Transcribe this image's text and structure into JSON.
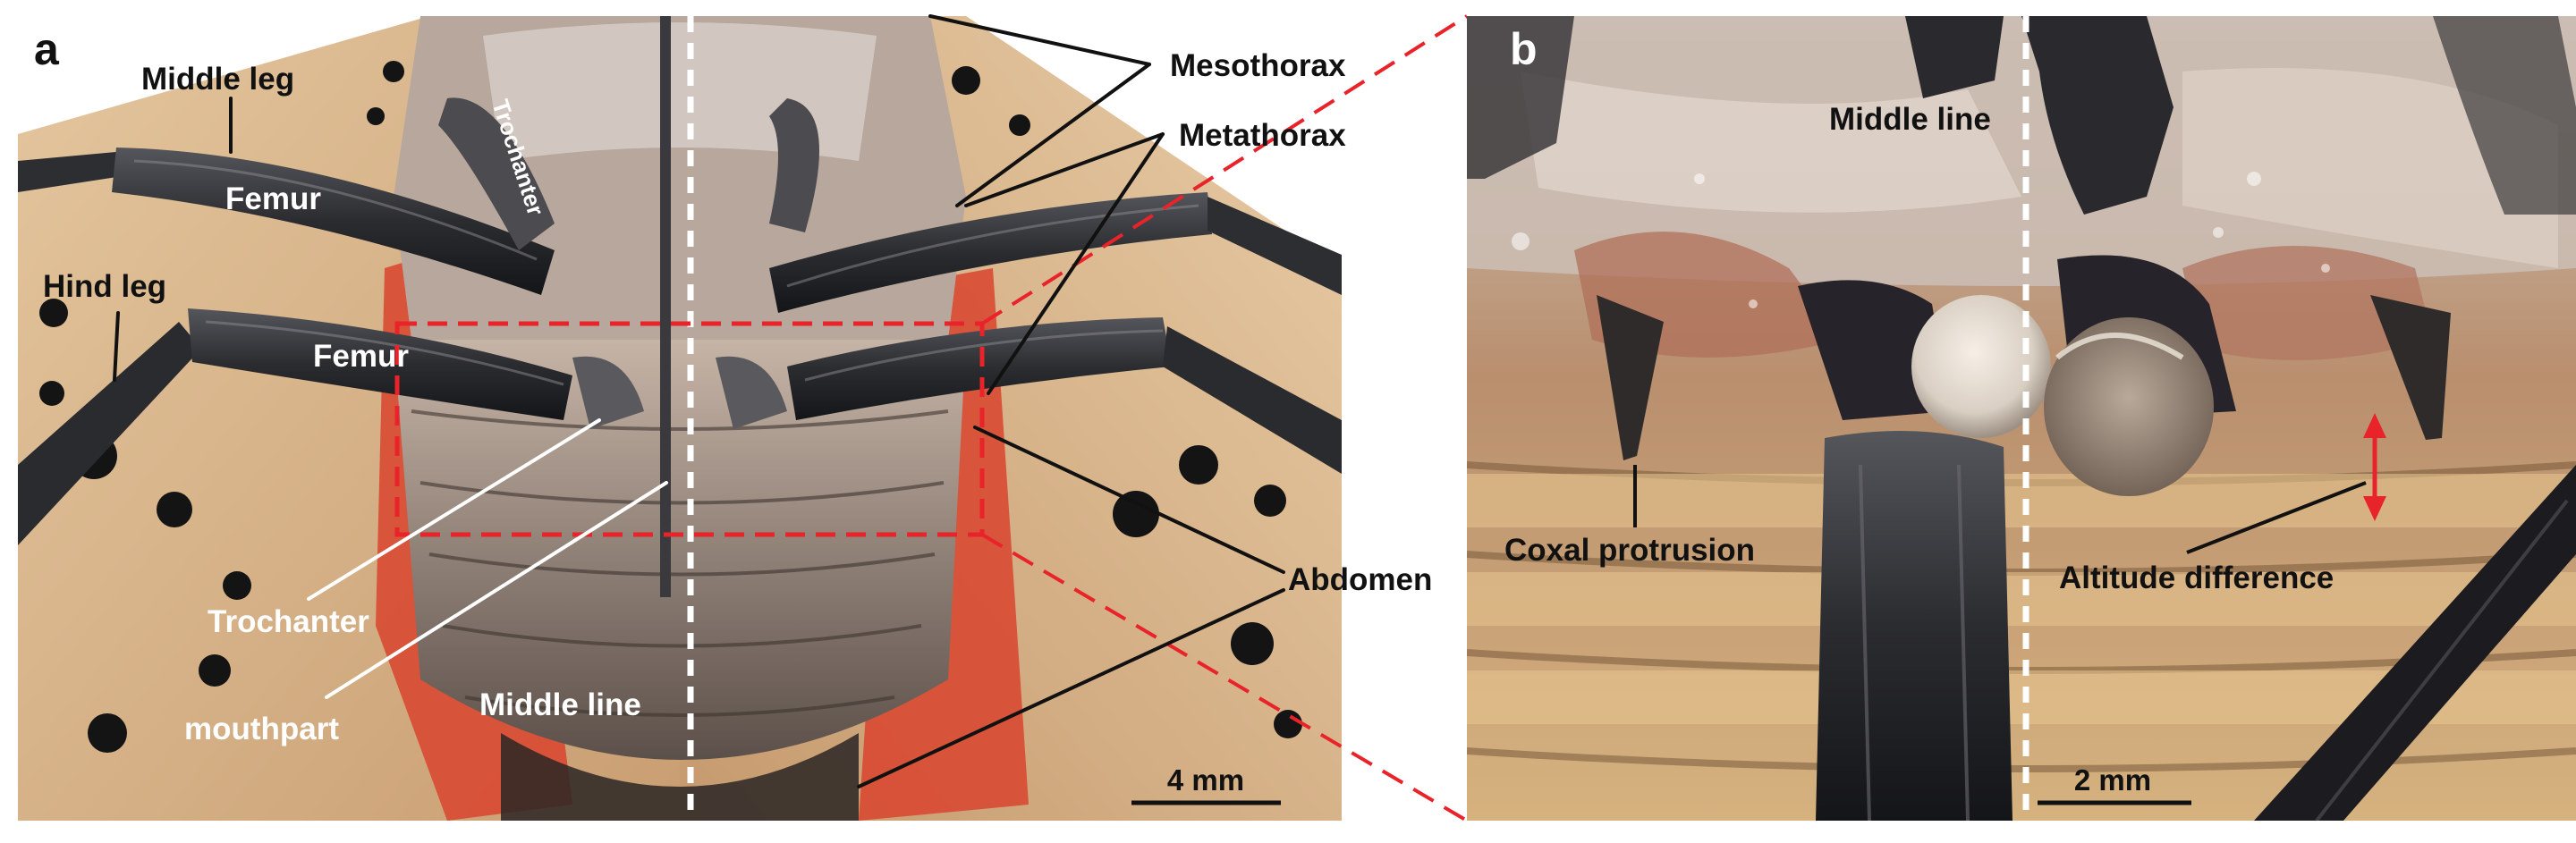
{
  "panel_a": {
    "letter": "a",
    "labels": {
      "middle_leg": "Middle leg",
      "hind_leg": "Hind leg",
      "femur_upper": "Femur",
      "femur_lower": "Femur",
      "trochanter_on_leg": "Trochanter",
      "mesothorax": "Mesothorax",
      "metathorax": "Metathorax",
      "abdomen": "Abdomen",
      "trochanter": "Trochanter",
      "mouthpart": "mouthpart",
      "middle_line": "Middle line"
    },
    "scale_bar": "4 mm"
  },
  "panel_b": {
    "letter": "b",
    "labels": {
      "middle_line": "Middle line",
      "coxal_protrusion": "Coxal protrusion",
      "altitude_difference": "Altitude difference"
    },
    "scale_bar": "2 mm"
  },
  "colors": {
    "zoom_box": "#e8232a",
    "pointer_white": "#ffffff",
    "pointer_black": "#111111",
    "wing": "#d8b489",
    "wing_red": "#d8442e",
    "leg": "#2e2f33",
    "abdomen": "#8f8279",
    "micro_background": "#c9a37a"
  },
  "icons": [
    "red-double-arrow-icon"
  ]
}
